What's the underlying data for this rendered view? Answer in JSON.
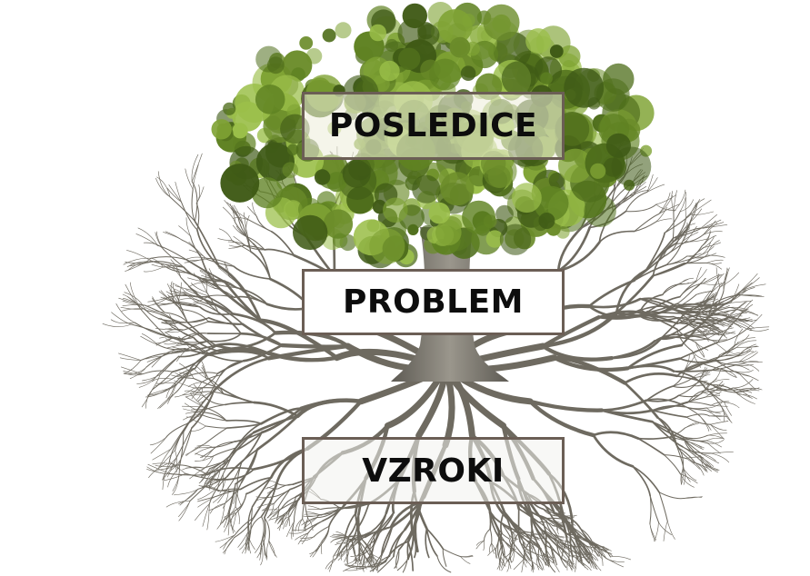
{
  "diagram": {
    "labels": {
      "top": "POSLEDICE",
      "middle": "PROBLEM",
      "bottom": "VZROKI"
    }
  },
  "colors": {
    "foliage_dark": "#3f5a16",
    "foliage_mid": "#6b8c2a",
    "foliage_light": "#9bbf4a",
    "trunk": "#7e7b73",
    "roots": "#6e6a60",
    "box_border": "#6b5e55",
    "text": "#0d0d0d"
  }
}
